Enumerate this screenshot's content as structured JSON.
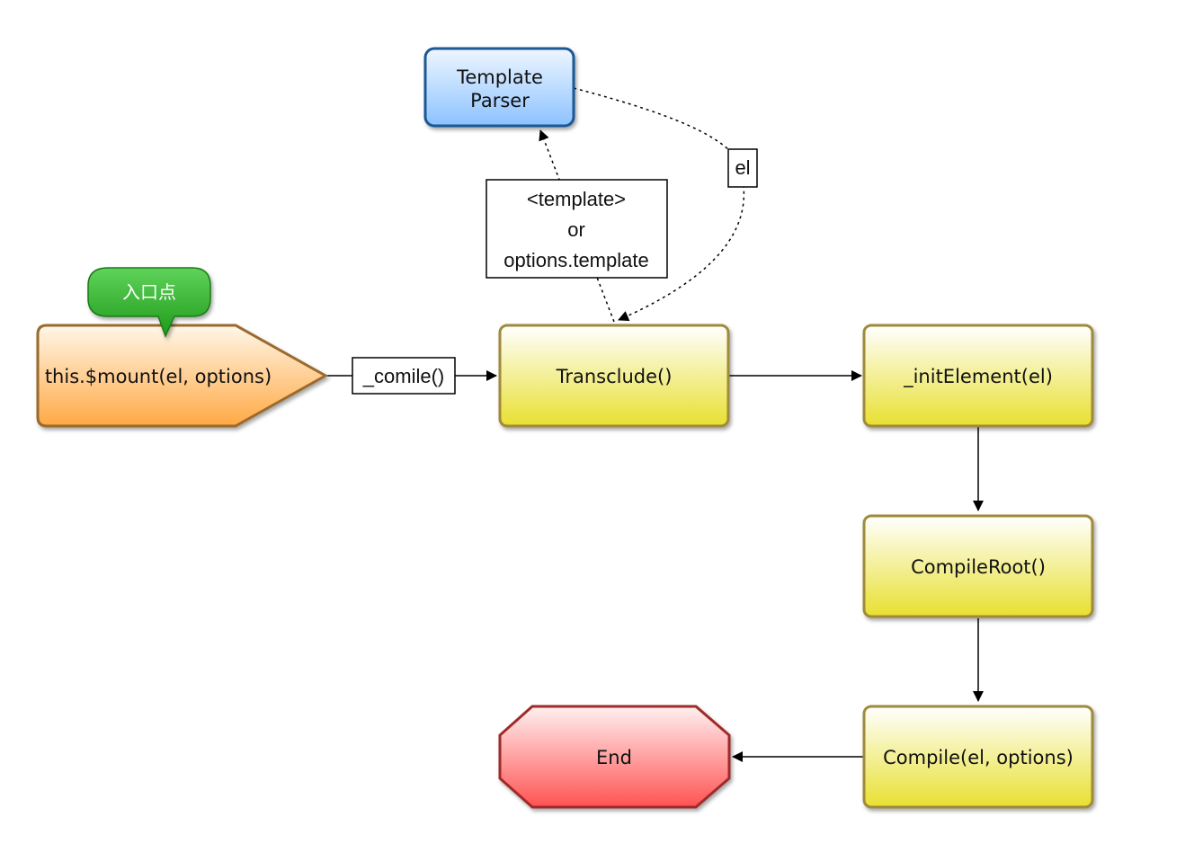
{
  "diagram": {
    "nodes": {
      "template_parser": {
        "line1": "Template",
        "line2": "Parser"
      },
      "mount": {
        "label": "this.$mount(el, options)"
      },
      "entry_badge": {
        "label": "入口点"
      },
      "transclude": {
        "label": "Transclude()"
      },
      "init_element": {
        "label": "_initElement(el)"
      },
      "compile_root": {
        "label": "CompileRoot()"
      },
      "compile": {
        "label": "Compile(el, options)"
      },
      "end": {
        "label": "End"
      }
    },
    "edge_labels": {
      "comile": "_comile()",
      "el": "el",
      "template_line1": "<template>",
      "template_line2": "or",
      "template_line3": "options.template"
    }
  }
}
